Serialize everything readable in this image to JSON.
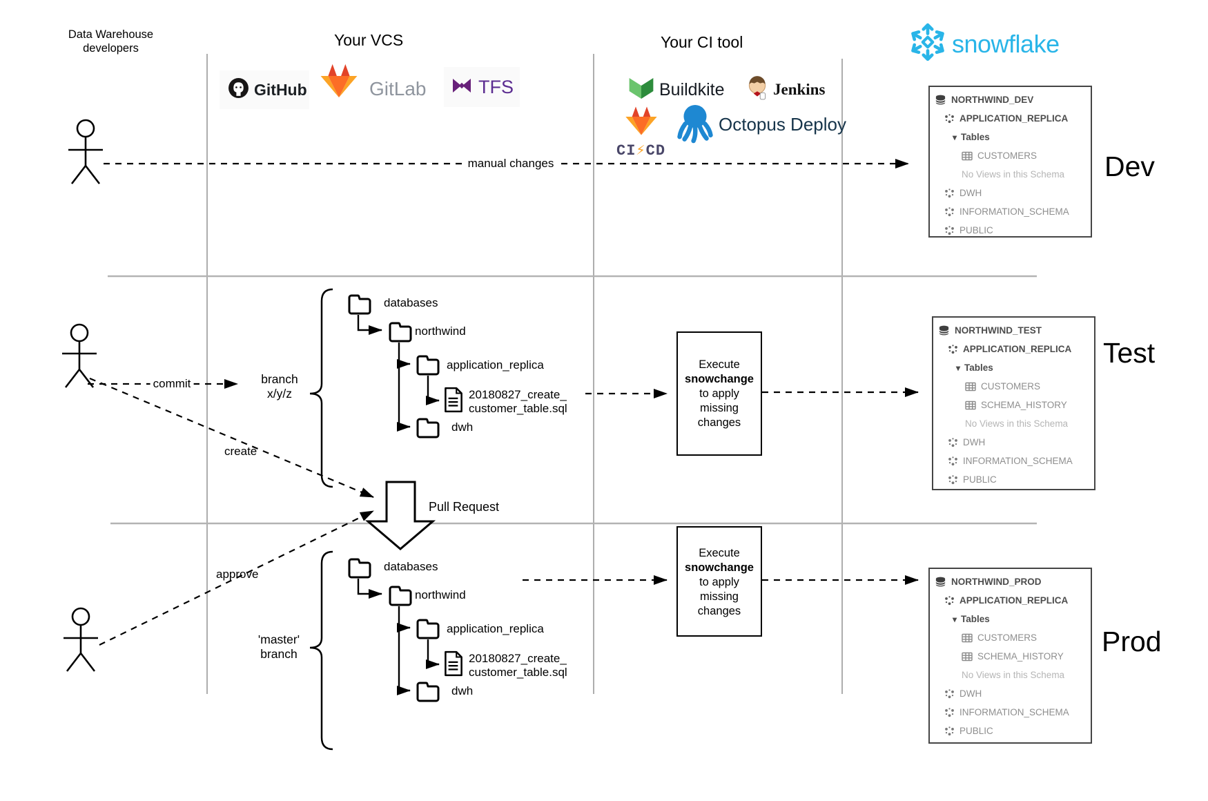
{
  "header": {
    "developers": "Data Warehouse developers",
    "vcs": "Your VCS",
    "ci": "Your CI tool",
    "snowflake": "snowflake"
  },
  "logos": {
    "github": "GitHub",
    "gitlab": "GitLab",
    "tfs": "TFS",
    "buildkite": "Buildkite",
    "jenkins": "Jenkins",
    "cicd_ci": "CI",
    "cicd_cd": "CD",
    "octopus": "Octopus Deploy"
  },
  "icons": {
    "caret_down": "▾",
    "cicd_bolt": "⚡"
  },
  "env_labels": {
    "dev": "Dev",
    "test": "Test",
    "prod": "Prod"
  },
  "labels": {
    "manual_changes": "manual changes",
    "commit": "commit",
    "branch_line1": "branch",
    "branch_line2": "x/y/z",
    "create": "create",
    "pull_request": "Pull Request",
    "approve": "approve",
    "master_line1": "'master'",
    "master_line2": "branch"
  },
  "file_tree": {
    "databases": "databases",
    "northwind": "northwind",
    "application_replica": "application_replica",
    "sql_file_line1": "20180827_create_",
    "sql_file_line2": "customer_table.sql",
    "dwh": "dwh"
  },
  "execute_box": {
    "line1": "Execute",
    "line2": "snowchange",
    "line3": "to apply",
    "line4": "missing",
    "line5": "changes"
  },
  "panels": {
    "dev": {
      "rows": [
        "NORTHWIND_DEV",
        "APPLICATION_REPLICA",
        "Tables",
        "CUSTOMERS",
        "No Views in this Schema",
        "DWH",
        "INFORMATION_SCHEMA",
        "PUBLIC"
      ]
    },
    "test": {
      "rows": [
        "NORTHWIND_TEST",
        "APPLICATION_REPLICA",
        "Tables",
        "CUSTOMERS",
        "SCHEMA_HISTORY",
        "No Views in this Schema",
        "DWH",
        "INFORMATION_SCHEMA",
        "PUBLIC"
      ]
    },
    "prod": {
      "rows": [
        "NORTHWIND_PROD",
        "APPLICATION_REPLICA",
        "Tables",
        "CUSTOMERS",
        "SCHEMA_HISTORY",
        "No Views in this Schema",
        "DWH",
        "INFORMATION_SCHEMA",
        "PUBLIC"
      ]
    }
  },
  "colors": {
    "snowflake_blue": "#29b5e8",
    "gitlab_red": "#e24329",
    "gitlab_orange": "#fc6d26",
    "gitlab_amber": "#fca326",
    "tfs_purple": "#68217a",
    "buildkite_green": "#30a14e",
    "octopus_blue": "#1e88d2",
    "divider_gray": "#adadad",
    "tree_gray": "#8e8e8e"
  }
}
